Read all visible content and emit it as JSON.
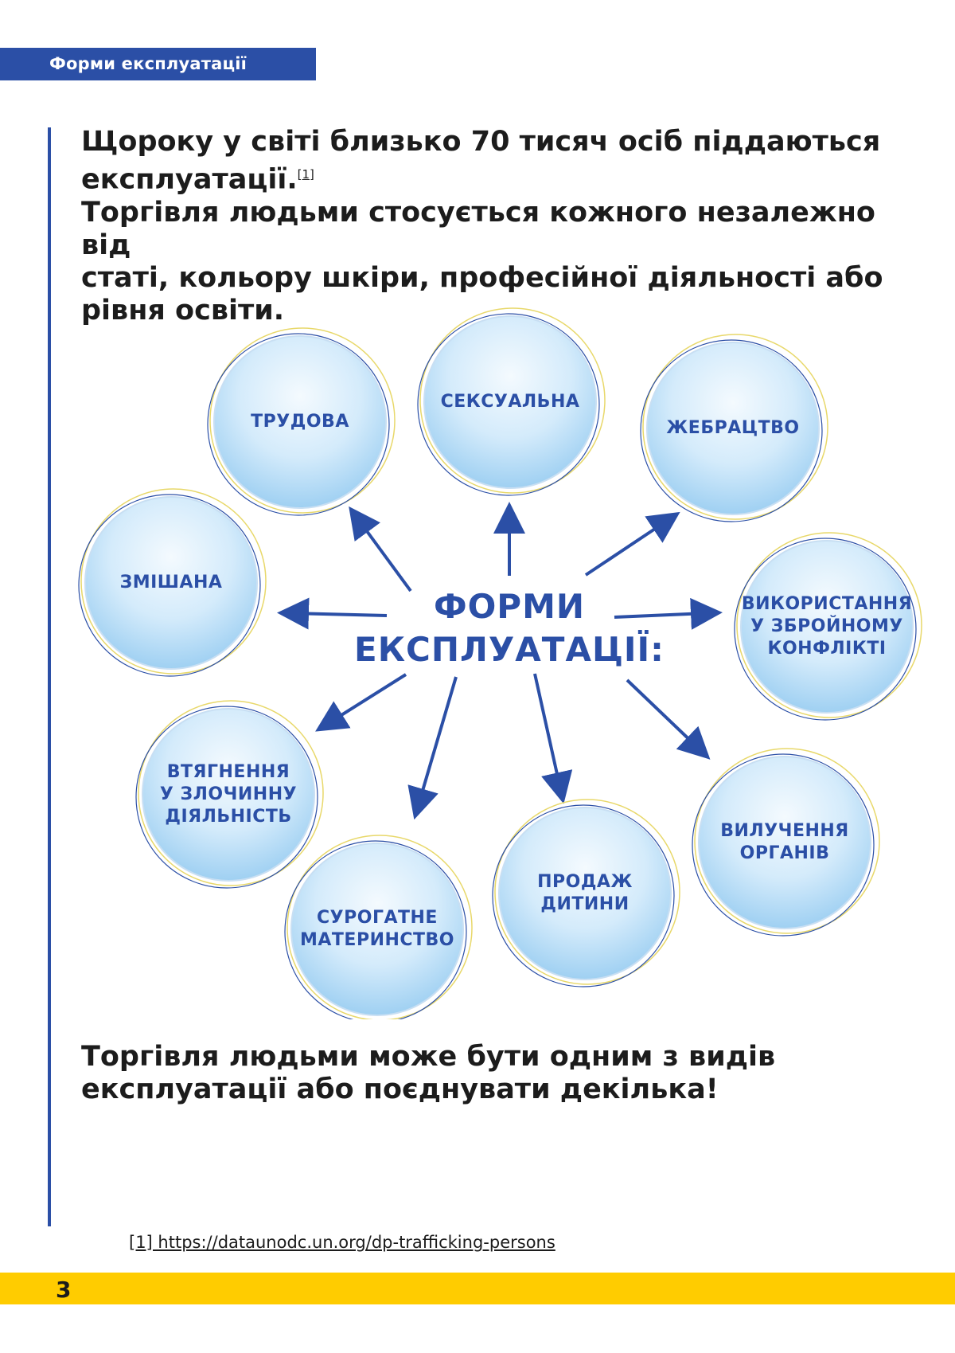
{
  "header": {
    "title": "Форми експлуатації"
  },
  "intro": {
    "line1": "Щороку у світі близько 70 тисяч осіб піддаються",
    "line2": "експлуатації.",
    "ref": "[1]",
    "line3": "Торгівля людьми стосується кожного незалежно від",
    "line4": "статі, кольору шкіри, професійної діяльності або",
    "line5": "рівня освіти."
  },
  "diagram": {
    "center": "ФОРМИ\nЕКСПЛУАТАЦІЇ:",
    "nodes": [
      "ТРУДОВА",
      "СЕКСУАЛЬНА",
      "ЖЕБРАЦТВО",
      "ВИКОРИСТАННЯ\nУ ЗБРОЙНОМУ\nКОНФЛІКТІ",
      "ВИЛУЧЕННЯ\nОРГАНІВ",
      "ПРОДАЖ\nДИТИНИ",
      "СУРОГАТНЕ\nМАТЕРИНСТВО",
      "ВТЯГНЕННЯ\nУ ЗЛОЧИННУ\nДІЯЛЬНІСТЬ",
      "ЗМІШАНА"
    ]
  },
  "outro": {
    "line1": "Торгівля людьми може бути одним з видів",
    "line2": "експлуатації або поєднувати декілька!"
  },
  "footnote": "[1] https://dataunodc.un.org/dp-trafficking-persons",
  "page_number": "3",
  "colors": {
    "brand_blue": "#2b4fa6",
    "accent_yellow": "#ffcc00",
    "bubble_light": "#e8f4fc",
    "bubble_mid": "#a9d6f5"
  }
}
